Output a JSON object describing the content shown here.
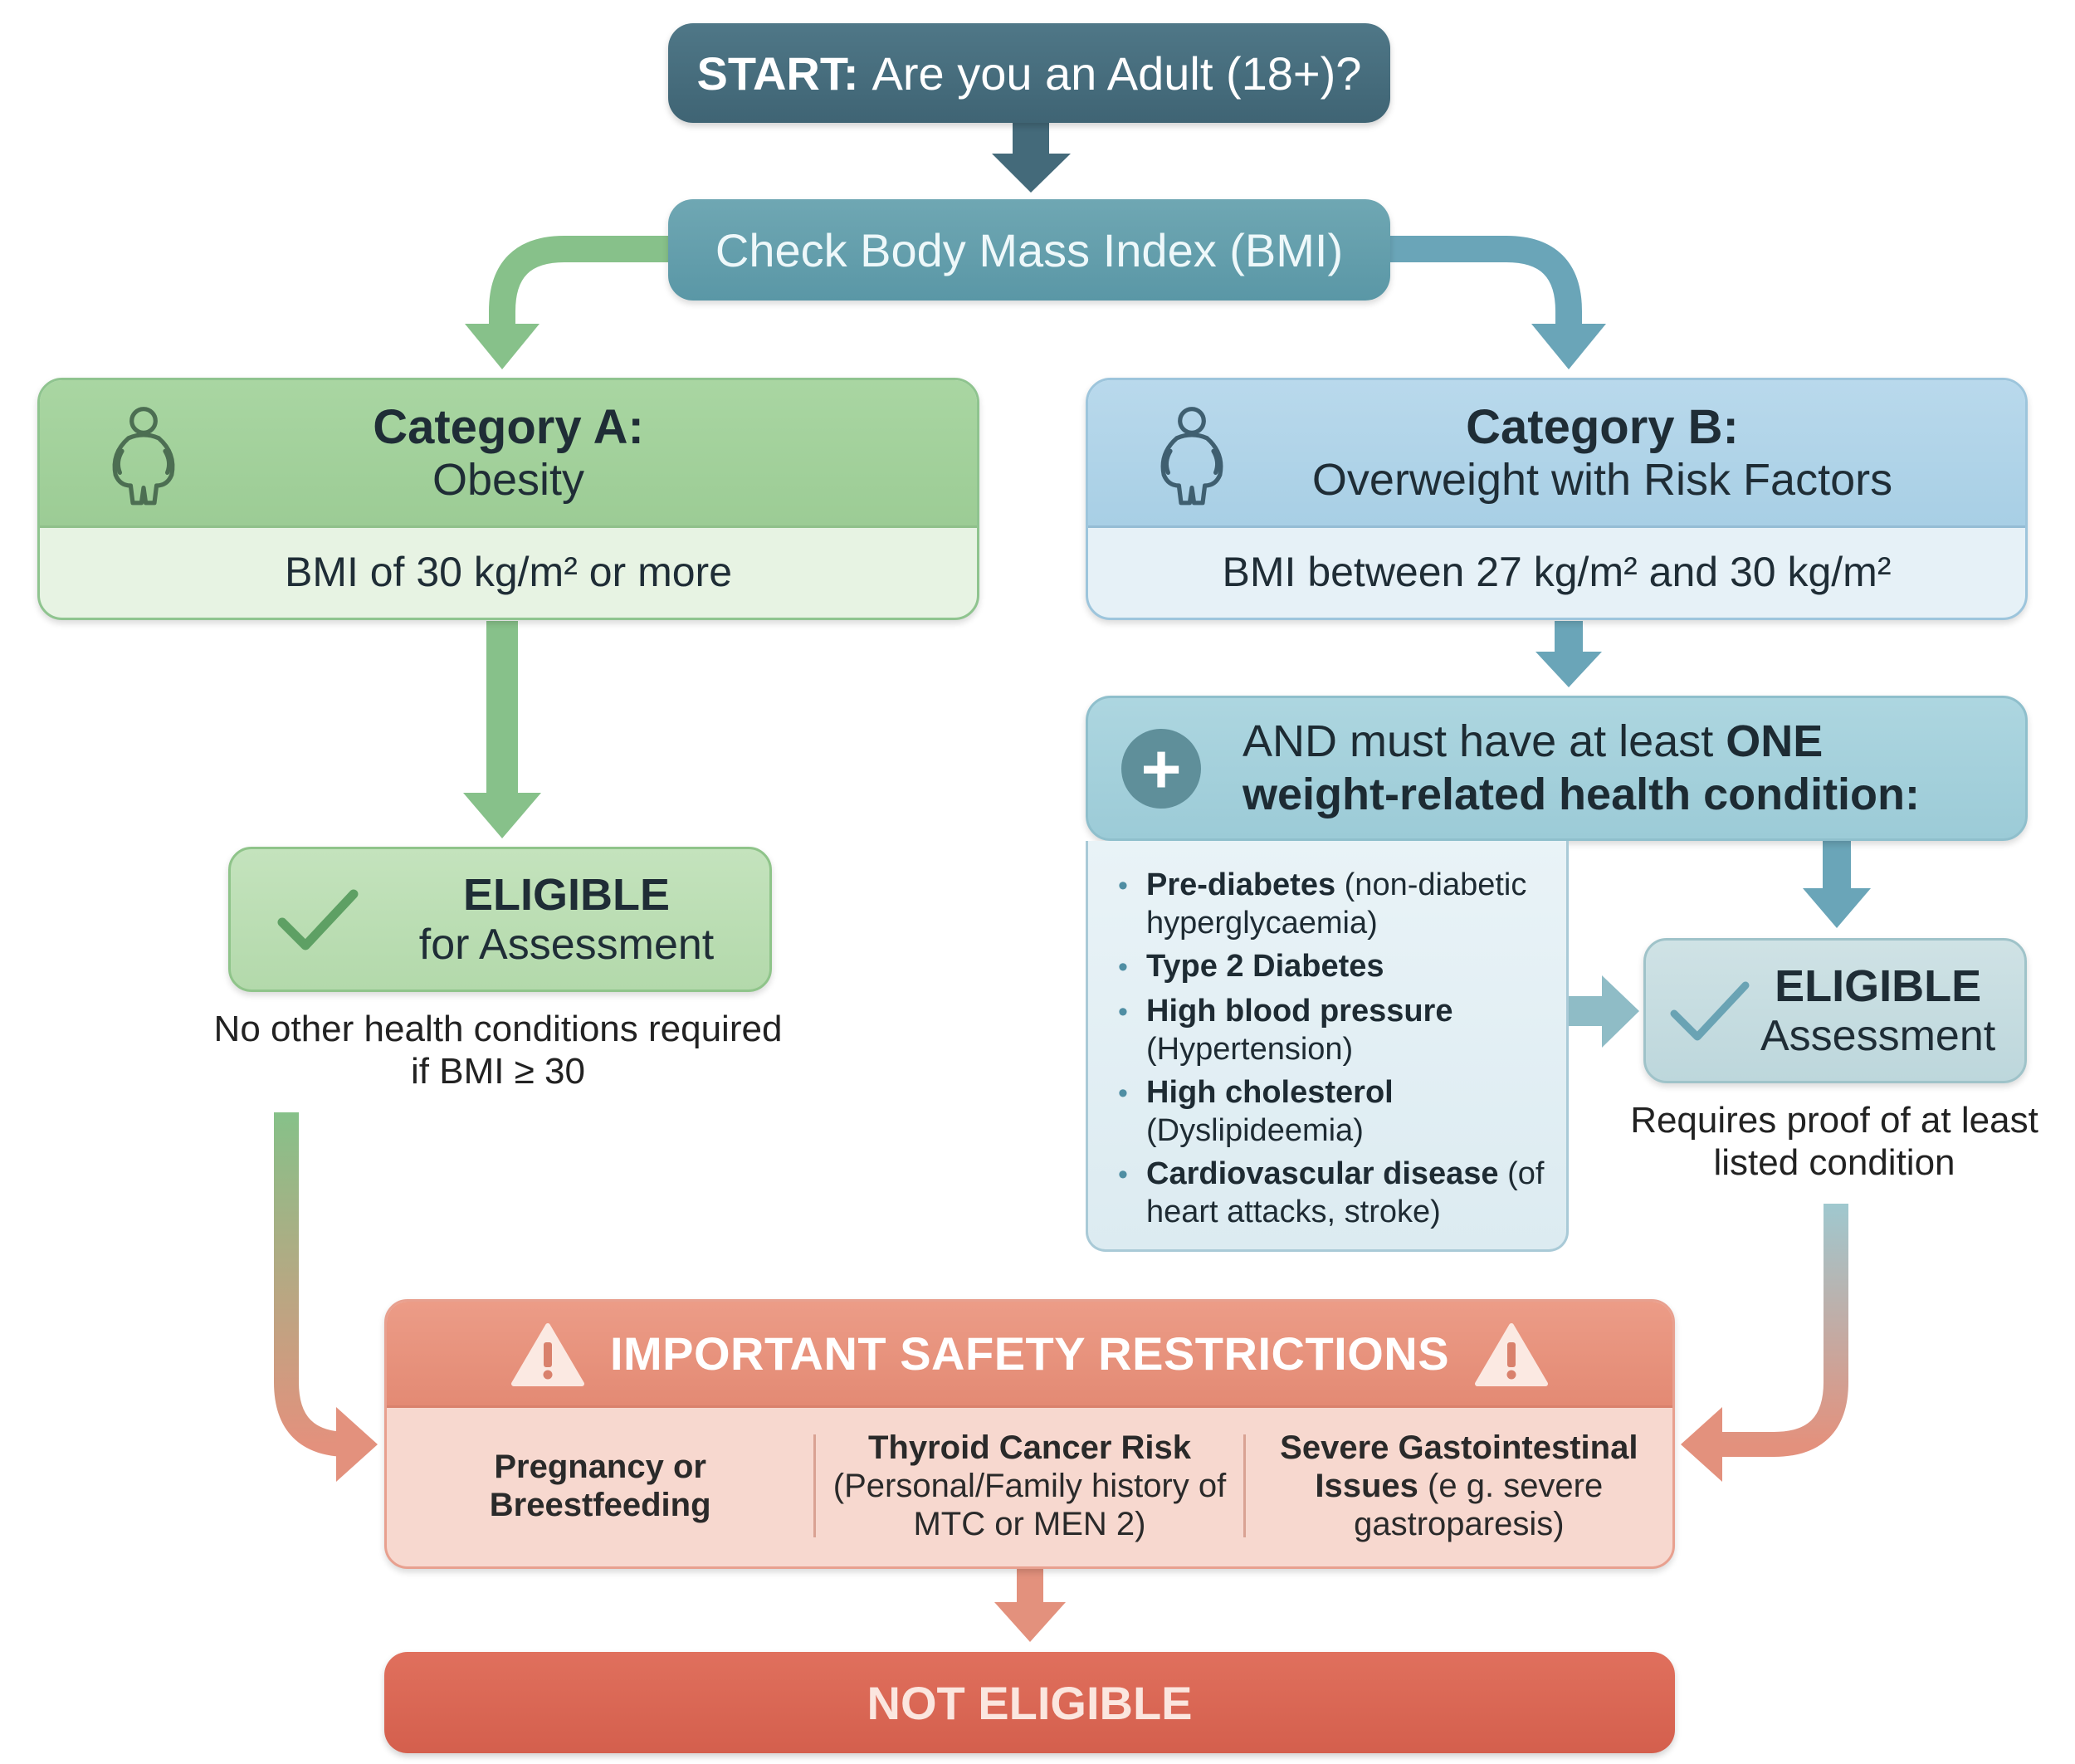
{
  "start": {
    "label": "START:",
    "question": "Are you an Adult (18+)?"
  },
  "bmi_check": "Check Body Mass Index (BMI)",
  "category_a": {
    "title": "Category A:",
    "subtitle": "Obesity",
    "criterion": "BMI of 30 kg/m² or more"
  },
  "category_b": {
    "title": "Category B:",
    "subtitle": "Overweight with Risk Factors",
    "criterion": "BMI between 27 kg/m² and 30 kg/m²"
  },
  "and_condition": {
    "prefix": "AND must have at least ",
    "emphasis": "ONE",
    "line2": "weight-related health condition:"
  },
  "conditions": [
    {
      "name": "Pre-diabetes",
      "detail": " (non-diabetic hyperglycaemia)"
    },
    {
      "name": "Type 2 Diabetes",
      "detail": ""
    },
    {
      "name": "High blood pressure",
      "detail": " (Hypertension)"
    },
    {
      "name": "High cholesterol",
      "detail": " (Dyslipideemia)"
    },
    {
      "name": "Cardiovascular disease",
      "detail": " (of heart attacks, stroke)"
    }
  ],
  "eligible_a": {
    "title": "ELIGIBLE",
    "subtitle": "for Assessment",
    "note": "No other health conditions required if BMI ≥ 30"
  },
  "eligible_b": {
    "title": "ELIGIBLE",
    "subtitle": "Assessment",
    "note": "Requires proof of at least listed condition"
  },
  "safety": {
    "title": "IMPORTANT SAFETY RESTRICTIONS",
    "columns": [
      {
        "bold": "Pregnancy or Breestfeeding",
        "detail": ""
      },
      {
        "bold": "Thyroid Cancer Risk",
        "detail": "(Personal/Family history of MTC or MEN 2)"
      },
      {
        "bold": "Severe Gastointestinal Issues",
        "detail": " (e g. severe gastroparesis)"
      }
    ]
  },
  "outcome": "NOT ELIGIBLE",
  "colors": {
    "start": "#446a7a",
    "bmi": "#629fad",
    "green": "#87c18a",
    "blue_arrow": "#6aa5b8",
    "safety": "#e38a74",
    "not_eligible": "#d45f4d"
  },
  "icons": [
    "person-icon",
    "plus-icon",
    "check-icon",
    "warning-icon"
  ]
}
